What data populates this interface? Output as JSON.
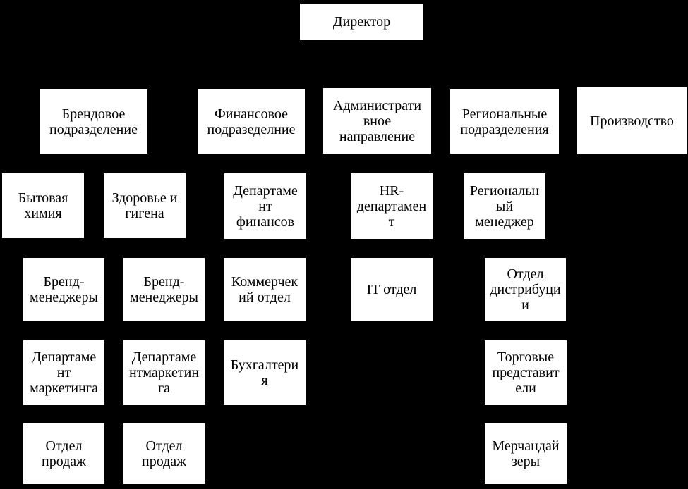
{
  "colors": {
    "background": "#000000",
    "node_fill": "#ffffff",
    "node_text": "#000000"
  },
  "diagram": {
    "type": "org-chart",
    "root_label": "Директор",
    "nodes": {
      "director": {
        "text": "Директор"
      },
      "brand_division": {
        "text": "Брендовое\nподразделение"
      },
      "finance_division": {
        "text": "Финансовое\nподразеделние"
      },
      "admin_direction": {
        "text": "Администрати\nвное\nнаправление"
      },
      "regional_divisions": {
        "text": "Региональные\nподразделения"
      },
      "production": {
        "text": "Производство"
      },
      "household_chemicals": {
        "text": "Бытовая\nхимия"
      },
      "health_hygiene": {
        "text": "Здоровье и\nгигена"
      },
      "finance_department": {
        "text": "Департаме\nнт\nфинансов"
      },
      "hr_department": {
        "text": "HR-\nдепартамен\nт"
      },
      "regional_manager": {
        "text": "Региональн\nый\nменеджер"
      },
      "brand_managers_1": {
        "text": "Бренд-\nменеджеры"
      },
      "brand_managers_2": {
        "text": "Бренд-\nменеджеры"
      },
      "commercial_department": {
        "text": "Коммерчек\nий отдел"
      },
      "it_department": {
        "text": "IT отдел"
      },
      "distribution_department": {
        "text": "Отдел\nдистрибуци\nи"
      },
      "marketing_department_1": {
        "text": "Департаме\nнт\nмаркетинга"
      },
      "marketing_department_2": {
        "text": "Департаме\nнтмаркетин\nга"
      },
      "accounting": {
        "text": "Бухгалтери\nя"
      },
      "sales_representatives": {
        "text": "Торговые\nпредставит\nели"
      },
      "sales_department_1": {
        "text": "Отдел\nпродаж"
      },
      "sales_department_2": {
        "text": "Отдел\nпродаж"
      },
      "merchandisers": {
        "text": "Мерчандай\nзеры"
      }
    }
  }
}
